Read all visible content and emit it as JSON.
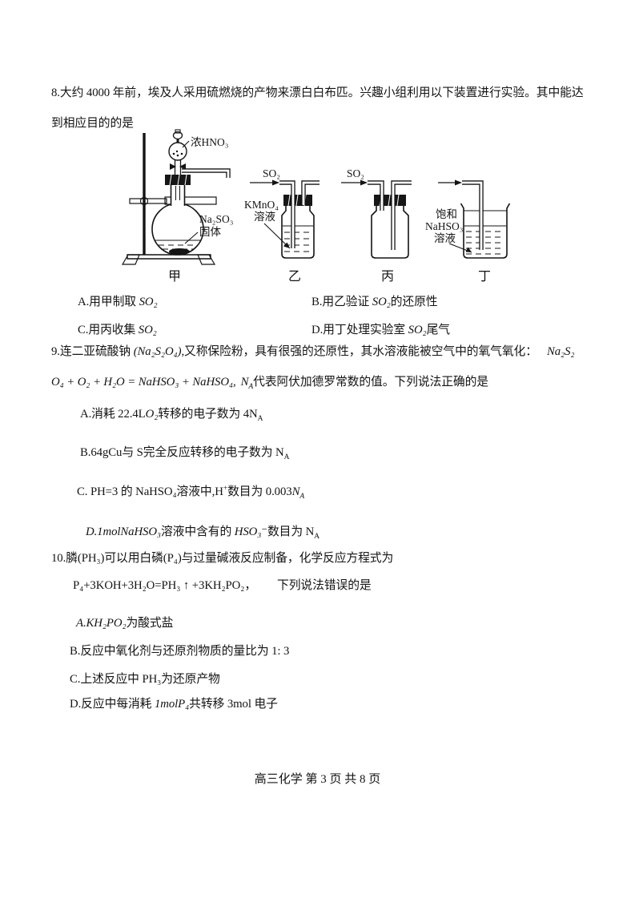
{
  "q8": {
    "line1": "8.大约 4000 年前，埃及人采用硫燃烧的产物来漂白白布匹。兴趣小组利用以下装置进行实验。其中能达",
    "line2": "到相应目的的是",
    "diagram": {
      "jia": {
        "caption": "甲",
        "funnel_label": "浓HNO₃",
        "flask_label1": "Na₂SO₃",
        "flask_label2": "固体"
      },
      "yi": {
        "caption": "乙",
        "gas_label": "SO₂",
        "sol_line1": "KMnO₄",
        "sol_line2": "溶液"
      },
      "bing": {
        "caption": "丙",
        "gas_label": "SO₂"
      },
      "ding": {
        "caption": "丁",
        "sol_line1": "饱和",
        "sol_line2": "NaHSO₃",
        "sol_line3": "溶液"
      }
    },
    "optA": {
      "t1": "A.用甲制取 ",
      "f": "SO₂"
    },
    "optB": {
      "t1": "B.用乙验证 ",
      "f": "SO₂",
      "t2": "的还原性"
    },
    "optC": {
      "t1": "C.用丙收集 ",
      "f": "SO₂"
    },
    "optD": {
      "t1": "D.用丁处理实验室 ",
      "f": "SO₂",
      "t2": "尾气"
    }
  },
  "q9": {
    "l1t1": "9.连二亚硫酸钠 ",
    "l1f1": "(Na₂S₂O₄)",
    "l1t2": ",又称保险粉，具有很强的还原性，其水溶液能被空气中的氧气氧化：",
    "l1f2": "Na₂S₂",
    "l2f1": "O₄ + O₂ + H₂O = NaHSO₃ + NaHSO₄,",
    "l2f2": "N",
    "l2f2sub": "A",
    "l2t1": "代表阿伏加德罗常数的值。下列说法正确的是",
    "optA": {
      "t1": "A.消耗 22.4L",
      "f1": "O₂",
      "t2": "转移的电子数为 4N",
      "sub": "A"
    },
    "optB": {
      "t1": "B.64gCu与 S完全反应转移的电子数为 N",
      "sub": "A"
    },
    "optC": {
      "t1": "C. PH=3 的 NaHSO₄溶液中,H",
      "sup": "+",
      "t2": "数目为 0.003",
      "f1": "N",
      "sub": "A"
    },
    "optD": {
      "f1": "D.1molNaHSO₃",
      "t1": "溶液中含有的 ",
      "f2": "HSO₃⁻",
      "t2": "数目为 N",
      "sub": "A"
    }
  },
  "q10": {
    "line1": "10.膦(PH₃)可以用白磷(P₄)与过量碱液反应制备，化学反应方程式为",
    "eq": "P₄+3KOH+3H₂O=PH₃ ↑ +3KH₂PO₂，",
    "eq_tail": "下列说法错误的是",
    "optA": {
      "f1": "A.KH₂PO₂",
      "t1": "为酸式盐"
    },
    "optB": {
      "t1": "B.反应中氧化剂与还原剂物质的量比为 1: 3"
    },
    "optC": {
      "t1": "C.上述反应中 PH₃为还原产物"
    },
    "optD": {
      "t1": "D.反应中每消耗 ",
      "f1": "1molP₄",
      "t2": "共转移 3mol 电子"
    }
  },
  "footer": {
    "text": "高三化学 第 3 页 共 8 页"
  }
}
